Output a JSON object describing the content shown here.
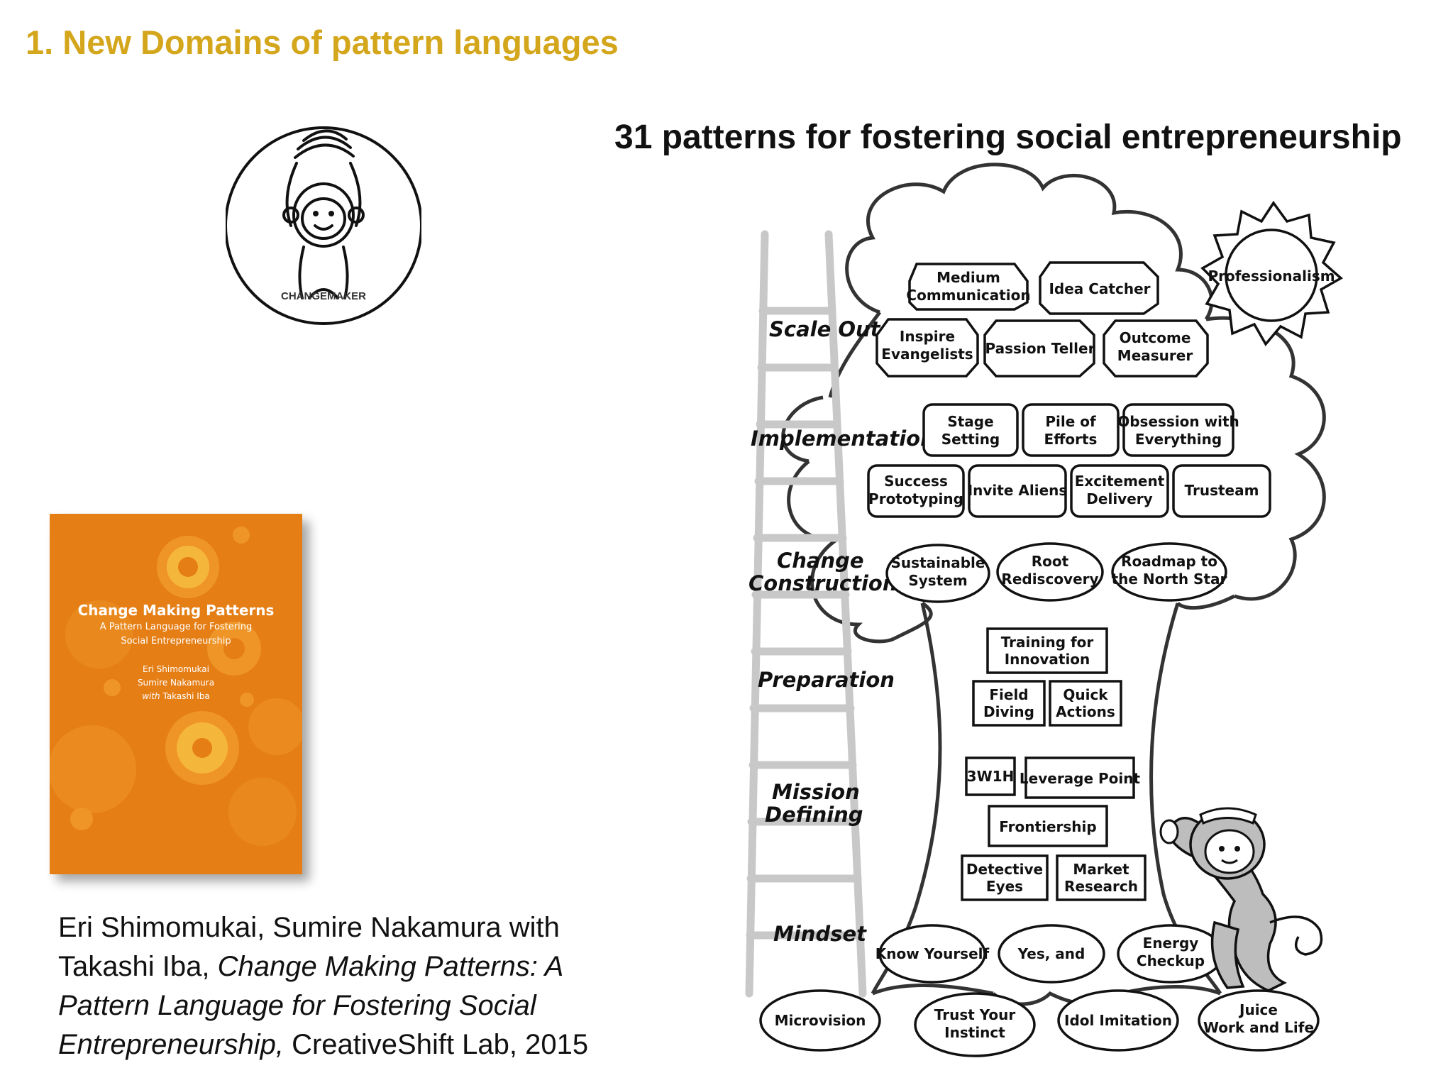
{
  "slide": {
    "title": "1. New Domains of pattern languages"
  },
  "logo": {
    "text": "CHANGEMAKER"
  },
  "book": {
    "title": "Change Making Patterns",
    "subtitle_line1": "A Pattern Language for Fostering",
    "subtitle_line2": "Social Entrepreneurship",
    "author1": "Eri Shimomukai",
    "author2": "Sumire Nakamura",
    "author3_prefix": "with",
    "author3": "Takashi Iba",
    "colors": {
      "cover": "#e57e15",
      "gear": "#f5a623"
    }
  },
  "citation": {
    "authors_line1": "Eri Shimomukai, Sumire Nakamura with",
    "authors_line2": "Takashi Iba, ",
    "title_line2": "Change Making Patterns: A",
    "title_line3": "Pattern Language for Fostering Social",
    "title_line4": "Entrepreneurship,",
    "publisher": " CreativeShift Lab, 2015"
  },
  "diagram": {
    "title": "31 patterns for fostering social entrepreneurship",
    "levels": {
      "scale_out": "Scale Out",
      "implementation": "Implementation",
      "change_line1": "Change",
      "change_line2": "Construction",
      "preparation": "Preparation",
      "mission_line1": "Mission",
      "mission_line2": "Defining",
      "mindset": "Mindset"
    },
    "patterns": {
      "medium_communication": [
        "Medium",
        "Communication"
      ],
      "idea_catcher": [
        "Idea Catcher"
      ],
      "professionalism": [
        "Professionalism"
      ],
      "inspire_evangelists": [
        "Inspire",
        "Evangelists"
      ],
      "passion_teller": [
        "Passion Teller"
      ],
      "outcome_measurer": [
        "Outcome",
        "Measurer"
      ],
      "stage_setting": [
        "Stage",
        "Setting"
      ],
      "pile_of_efforts": [
        "Pile of",
        "Efforts"
      ],
      "obsession": [
        "Obsession with",
        "Everything"
      ],
      "success_prototyping": [
        "Success",
        "Prototyping"
      ],
      "invite_aliens": [
        "Invite Aliens"
      ],
      "excitement_delivery": [
        "Excitement",
        "Delivery"
      ],
      "trusteam": [
        "Trusteam"
      ],
      "sustainable_system": [
        "Sustainable",
        "System"
      ],
      "root_rediscovery": [
        "Root",
        "Rediscovery"
      ],
      "roadmap": [
        "Roadmap to",
        "the North Star"
      ],
      "training": [
        "Training for",
        "Innovation"
      ],
      "field_diving": [
        "Field",
        "Diving"
      ],
      "quick_actions": [
        "Quick",
        "Actions"
      ],
      "three_w_one_h": [
        "3W1H"
      ],
      "leverage_point": [
        "Leverage Point"
      ],
      "frontiership": [
        "Frontiership"
      ],
      "detective_eyes": [
        "Detective",
        "Eyes"
      ],
      "market_research": [
        "Market",
        "Research"
      ],
      "know_yourself": [
        "Know Yourself"
      ],
      "yes_and": [
        "Yes, and"
      ],
      "energy_checkup": [
        "Energy",
        "Checkup"
      ],
      "microvision": [
        "Microvision"
      ],
      "trust_your_instinct": [
        "Trust Your",
        "Instinct"
      ],
      "idol_imitation": [
        "Idol Imitation"
      ],
      "juice": [
        "Juice",
        "Work and Life"
      ]
    },
    "colors": {
      "ladder": "#c8c8c8",
      "monkey": "#bdbdbd",
      "ink": "#111111"
    }
  }
}
